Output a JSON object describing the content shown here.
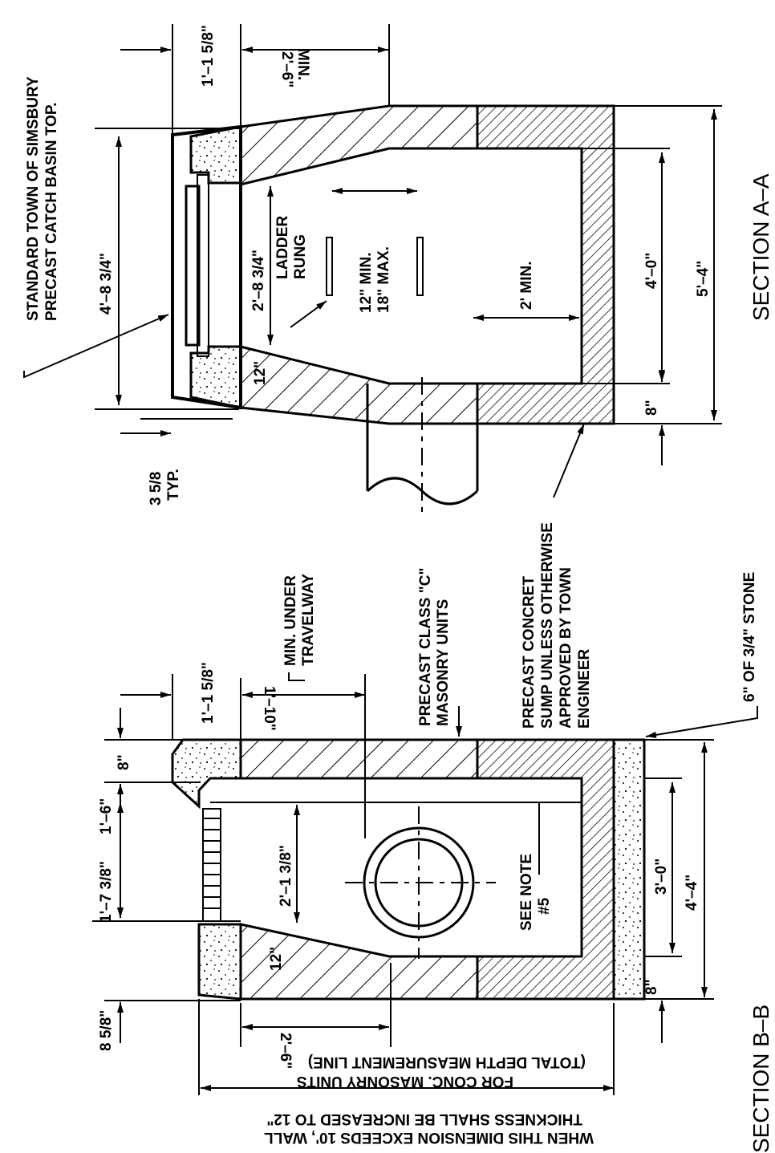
{
  "titles": {
    "section_a": "SECTION A–A",
    "section_b": "SECTION B–B"
  },
  "section_a": {
    "basin_top_note": [
      "STANDARD TOWN OF SIMSBURY",
      "PRECAST CATCH BASIN TOP."
    ],
    "dim_overall_top": "4'–8 3/4\"",
    "dim_opening": "2'–8 3/4\"",
    "ladder_label": [
      "LADDER",
      "RUNG"
    ],
    "rung_spacing": [
      "12\" MIN.",
      "18\" MAX."
    ],
    "dim_12": "12\"",
    "dim_2_min": "2' MIN.",
    "dim_inside": "4'–0\"",
    "dim_outside": "5'–4\"",
    "dim_8": "8\"",
    "dim_1_1_5_8": "1'–1 5/8\"",
    "dim_2_6_min": [
      "2'–6\"",
      "MIN."
    ],
    "typ_note": [
      "3 5/8",
      "TYP."
    ],
    "sump_note": [
      "PRECAST CONCRET",
      "SUMP UNLESS OTHERWISE",
      "APPROVED BY TOWN",
      "ENGINEER"
    ]
  },
  "section_b": {
    "dim_1_1_5_8": "1'–1 5/8\"",
    "dim_1_10": "1'–10\"",
    "under_travelway": [
      "MIN. UNDER",
      "TRAVELWAY"
    ],
    "masonry_note": [
      "PRECAST CLASS \"C\"",
      "MASONRY UNITS"
    ],
    "stone_note": "6\" OF 3/4\" STONE",
    "dim_8_top": "8\"",
    "dim_1_6": "1'–6\"",
    "dim_1_7_3_8": "1'–7 3/8\"",
    "dim_8_5_8": "8 5/8\"",
    "dim_2_1_3_8": "2'–1 3/8\"",
    "dim_12": "12\"",
    "see_note": [
      "SEE NOTE",
      "#5"
    ],
    "dim_3_0": "3'–0\"",
    "dim_4_4": "4'–4\"",
    "dim_8_bottom": "8\"",
    "dim_2_6": "2'–6\"",
    "depth_note": [
      "WHEN THIS DIMENSION EXCEEDS 10', WALL",
      "THICKNESS SHALL BE INCREASED TO 12\"",
      "FOR CONC. MASONRY UNITS",
      "(TOTAL DEPTH MEASUREMENT LINE)"
    ]
  }
}
